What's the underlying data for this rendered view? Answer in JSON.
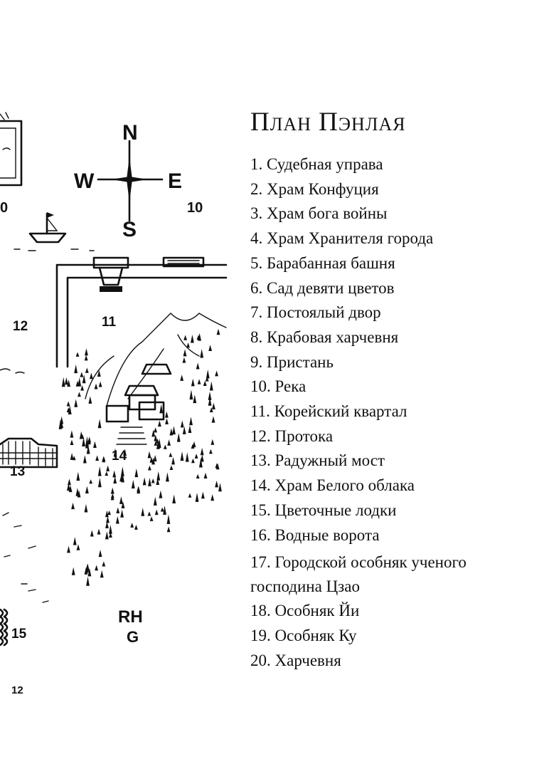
{
  "title": "План Пэнлая",
  "legend": [
    {
      "label": "1. Судебная управа"
    },
    {
      "label": "2. Храм Конфуция"
    },
    {
      "label": "3. Храм бога войны"
    },
    {
      "label": "4. Храм Хранителя города"
    },
    {
      "label": "5. Барабанная башня"
    },
    {
      "label": "6. Сад девяти цветов"
    },
    {
      "label": "7. Постоялый двор"
    },
    {
      "label": "8. Крабовая харчевня"
    },
    {
      "label": "9. Пристань"
    },
    {
      "label": "10. Река"
    },
    {
      "label": "11. Корейский квартал"
    },
    {
      "label": "12. Протока"
    },
    {
      "label": "13. Радужный мост"
    },
    {
      "label": "14. Храм Белого облака"
    },
    {
      "label": "15. Цветочные лодки"
    },
    {
      "label": "16. Водные ворота"
    },
    {
      "label": "17. Городской особняк ученого господина Цзао"
    },
    {
      "label": "18. Особняк Йи"
    },
    {
      "label": "19. Особняк Ку"
    },
    {
      "label": "20. Харчевня"
    }
  ],
  "compass": {
    "north": "N",
    "south": "S",
    "east": "E",
    "west": "W"
  },
  "map_numbers": {
    "river_left": "0",
    "river_right": "10",
    "korean_quarter": "11",
    "channel": "12",
    "bridge": "13",
    "temple": "14",
    "flower_boats": "15",
    "channel_bottom": "12"
  },
  "signature": {
    "line1": "RH",
    "line2": "G"
  }
}
